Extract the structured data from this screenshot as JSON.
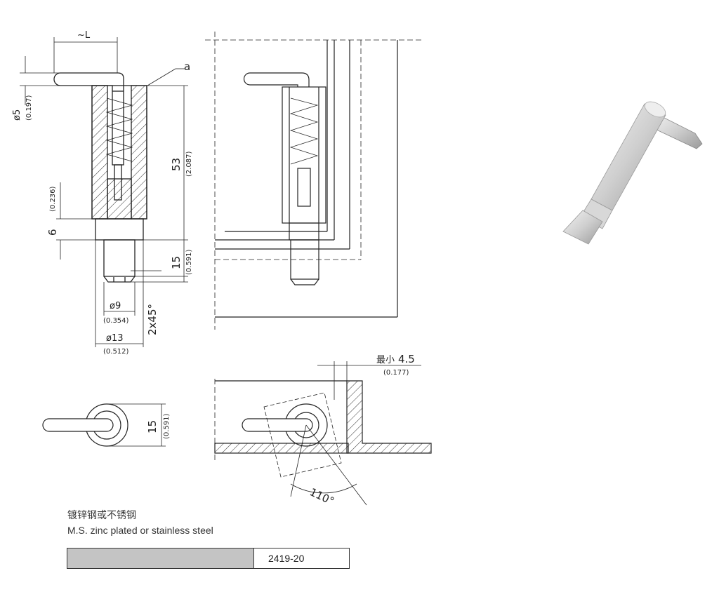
{
  "dimensions": {
    "length": "~L",
    "callout": "a",
    "pin_dia": "ø5",
    "pin_dia_in": "(0.197)",
    "body_len": "53",
    "body_len_in": "(2.087)",
    "step_in": "(0.236)",
    "step": "6",
    "tip_len": "15",
    "tip_len_in": "(0.591)",
    "tip_dia": "ø9",
    "tip_dia_in": "(0.354)",
    "chamfer": "2x45°",
    "body_dia": "ø13",
    "body_dia_in": "(0.512)",
    "flange": "15",
    "flange_in": "(0.591)",
    "min_gap_label": "最小",
    "min_gap": "4.5",
    "min_gap_in": "(0.177)",
    "angle": "110°"
  },
  "material": {
    "zh": "镀锌钢或不锈钢",
    "en": "M.S. zinc plated or stainless steel"
  },
  "part_number": "2419-20"
}
